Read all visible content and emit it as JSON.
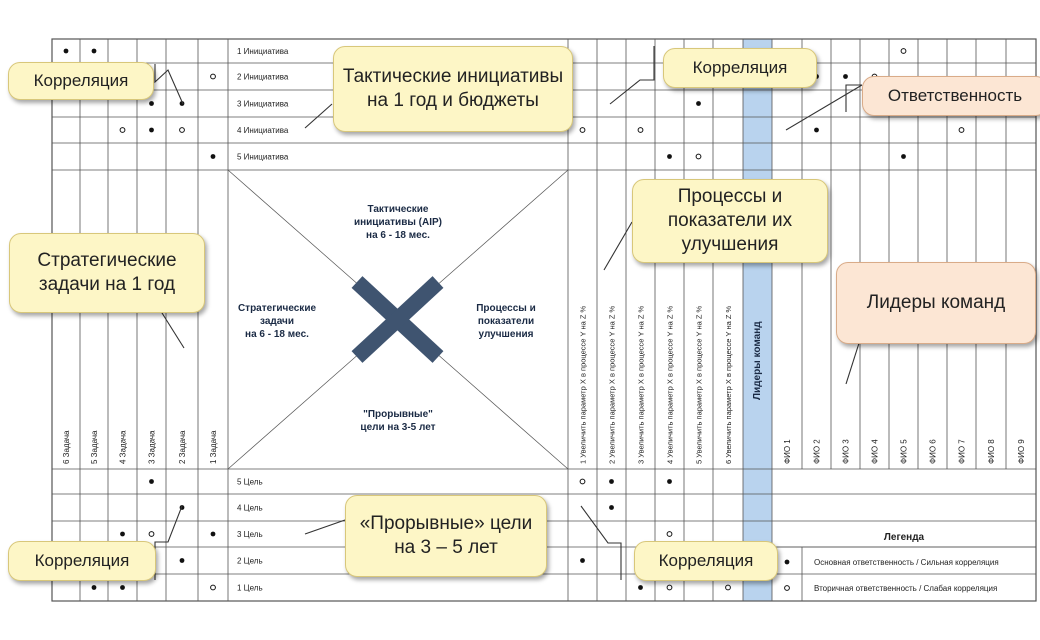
{
  "initiatives": [
    "1 Инициатива",
    "2 Инициатива",
    "3 Инициатива",
    "4 Инициатива",
    "5 Инициатива"
  ],
  "goals": [
    "5 Цель",
    "4 Цель",
    "3 Цель",
    "2 Цель",
    "1 Цель"
  ],
  "tasks": [
    "6 Задача",
    "5 Задача",
    "4 Задача",
    "3 Задача",
    "2 Задача",
    "1 Задача"
  ],
  "processes": [
    "1 Увеличить параметр X в процессе Y на Z %",
    "2 Увеличить параметр X в процессе Y на Z %",
    "3 Увеличить параметр X в процессе Y на Z %",
    "4 Увеличить параметр X в процессе Y на Z %",
    "5 Увеличить параметр X в процессе Y на Z %",
    "6 Увеличить параметр X в процессе Y на Z %"
  ],
  "leaders_column": "Лидеры команд",
  "people": [
    "ФИО 1",
    "ФИО 2",
    "ФИО 3",
    "ФИО 4",
    "ФИО 5",
    "ФИО 6",
    "ФИО 7",
    "ФИО 8",
    "ФИО 9"
  ],
  "quadrants": {
    "top": [
      "Тактические",
      "инициативы (AIP)",
      "на 6 - 18 мес."
    ],
    "left": [
      "Стратегические",
      "задачи",
      "на 6 - 18 мес."
    ],
    "right": [
      "Процессы и",
      "показатели",
      "улучшения"
    ],
    "bottom": [
      "\"Прорывные\"",
      "цели на 3-5 лет"
    ]
  },
  "legend": {
    "title": "Легенда",
    "primary": "Основная ответственность / Сильная корреляция",
    "secondary": "Вторичная ответственность / Слабая корреляция"
  },
  "callouts": {
    "corr_top_left": "Корреляция",
    "tactical": "Тактические инициативы на 1 год и бюджеты",
    "corr_top_right": "Корреляция",
    "responsibility": "Ответственность",
    "strategic": "Стратегические задачи на 1 год",
    "processes": "Процессы и показатели их улучшения",
    "leaders": "Лидеры команд",
    "breakthrough": "«Прорывные» цели на 3 – 5 лет",
    "corr_bottom_left": "Корреляция",
    "corr_bottom_right": "Корреляция"
  },
  "colors": {
    "grid": "#555555",
    "highlight": "#b9d3ee",
    "cross": "#3f5470",
    "callout_yellow": "#fdf6c6",
    "callout_peach": "#fce6d4"
  },
  "marks": {
    "top": [
      {
        "col": 0,
        "row": 0,
        "t": "f"
      },
      {
        "col": 1,
        "row": 0,
        "t": "f"
      },
      {
        "col": 5,
        "row": 1,
        "t": "o"
      },
      {
        "col": 3,
        "row": 2,
        "t": "f"
      },
      {
        "col": 4,
        "row": 2,
        "t": "f"
      },
      {
        "col": 2,
        "row": 3,
        "t": "o"
      },
      {
        "col": 3,
        "row": 3,
        "t": "f"
      },
      {
        "col": 4,
        "row": 3,
        "t": "o"
      },
      {
        "col": 5,
        "row": 4,
        "t": "f"
      },
      {
        "col": 11,
        "row": 1,
        "t": "f"
      },
      {
        "col": 14,
        "row": 1,
        "t": "f"
      },
      {
        "col": 10,
        "row": 2,
        "t": "f"
      },
      {
        "col": 6,
        "row": 3,
        "t": "o"
      },
      {
        "col": 8,
        "row": 3,
        "t": "o"
      },
      {
        "col": 9,
        "row": 4,
        "t": "f"
      },
      {
        "col": 10,
        "row": 4,
        "t": "o"
      },
      {
        "col": 17,
        "row": 0,
        "t": "o"
      },
      {
        "col": 15,
        "row": 1,
        "t": "f"
      },
      {
        "col": 16,
        "row": 1,
        "t": "o"
      },
      {
        "col": 16,
        "row": 2,
        "t": "f"
      },
      {
        "col": 14,
        "row": 3,
        "t": "f"
      },
      {
        "col": 19,
        "row": 3,
        "t": "o"
      },
      {
        "col": 17,
        "row": 4,
        "t": "f"
      }
    ],
    "bottom": [
      {
        "col": 3,
        "row": 0,
        "t": "f"
      },
      {
        "col": 6,
        "row": 0,
        "t": "o"
      },
      {
        "col": 4,
        "row": 1,
        "t": "f"
      },
      {
        "col": 2,
        "row": 2,
        "t": "f"
      },
      {
        "col": 3,
        "row": 2,
        "t": "o"
      },
      {
        "col": 5,
        "row": 2,
        "t": "f"
      },
      {
        "col": 4,
        "row": 3,
        "t": "f"
      },
      {
        "col": 6,
        "row": 3,
        "t": "f"
      },
      {
        "col": 1,
        "row": 4,
        "t": "f"
      },
      {
        "col": 2,
        "row": 4,
        "t": "f"
      },
      {
        "col": 5,
        "row": 4,
        "t": "o"
      },
      {
        "col": 7,
        "row": 0,
        "t": "f"
      },
      {
        "col": 9,
        "row": 0,
        "t": "f"
      },
      {
        "col": 7,
        "row": 1,
        "t": "f"
      },
      {
        "col": 9,
        "row": 2,
        "t": "o"
      },
      {
        "col": 8,
        "row": 4,
        "t": "f"
      },
      {
        "col": 9,
        "row": 4,
        "t": "o"
      },
      {
        "col": 11,
        "row": 4,
        "t": "o"
      }
    ]
  }
}
